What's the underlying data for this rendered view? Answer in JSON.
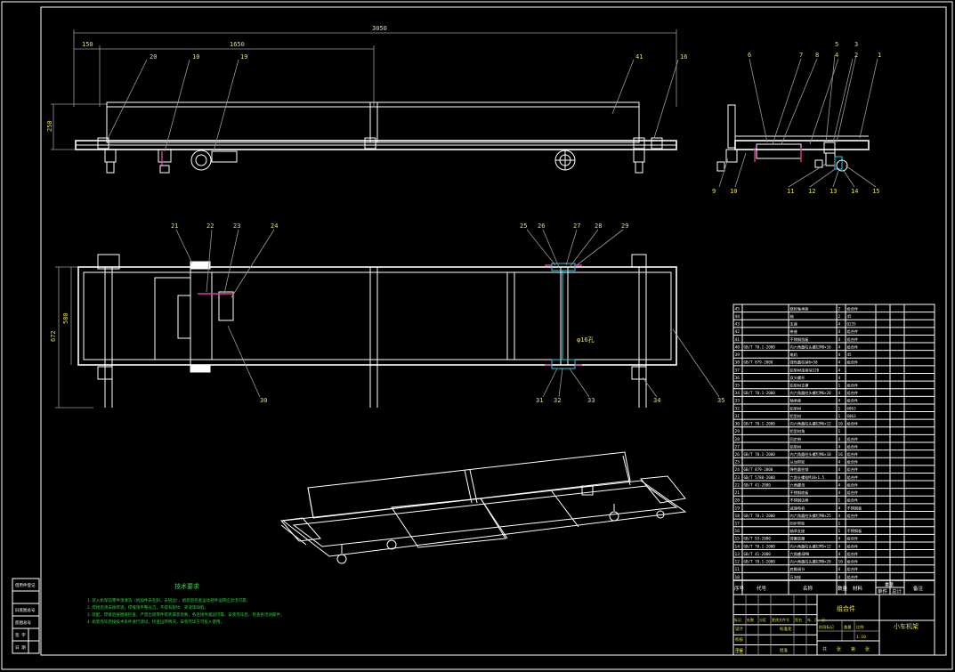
{
  "dimensions": {
    "overall_length": "3050",
    "dim_left": "150",
    "dim_mid": "1650",
    "height": "250",
    "width_outer": "672",
    "width_inner": "580",
    "hole": "φ16孔"
  },
  "balloons": {
    "front": [
      "20",
      "10",
      "19",
      "41",
      "16"
    ],
    "side_top": [
      "6",
      "7",
      "8",
      "5",
      "4",
      "3",
      "2",
      "1"
    ],
    "side_bottom": [
      "9",
      "10",
      "11",
      "12",
      "13",
      "14",
      "15"
    ],
    "plan_top": [
      "21",
      "22",
      "23",
      "24",
      "25",
      "26",
      "27",
      "28",
      "29"
    ],
    "plan_bottom": [
      "30",
      "31",
      "32",
      "33",
      "34",
      "35"
    ]
  },
  "notes": {
    "title": "技术要求",
    "lines": [
      "1.装入机架前零件须清洗（机加件去毛刺，去锐边），组装后检查运动部件运转应灵活可靠；",
      "2.焊接后须去除焊渣，焊缝须平整光洁，不得有裂纹、夹渣等缺陷；",
      "3.装配、焊接后按图纸检查，严禁出现零件错装漏装现象，各连接件紧固可靠，安装完毕后，检查各活动部件；",
      "4.组装完毕后按技术条件进行测试，检查运转情况，安装完毕方可投入使用。"
    ]
  },
  "left_block": {
    "rows": [
      "借用件登记",
      "",
      "旧底图总号",
      "底图总号",
      "签 字",
      "日 期"
    ]
  },
  "bom": {
    "headers": [
      "序号",
      "代号",
      "名称",
      "数量",
      "材料",
      "单件",
      "总计",
      "备注"
    ],
    "weight_header": "重量",
    "rows": [
      {
        "no": "45",
        "code": "",
        "name": "链轮轴承座",
        "qty": "2",
        "mat": "组合件"
      },
      {
        "no": "44",
        "code": "",
        "name": "轴",
        "qty": "2",
        "mat": "45"
      },
      {
        "no": "43",
        "code": "",
        "name": "支座",
        "qty": "4",
        "mat": "Q235"
      },
      {
        "no": "42",
        "code": "",
        "name": "带座",
        "qty": "4",
        "mat": "组合件"
      },
      {
        "no": "41",
        "code": "",
        "name": "不锈钢挡板",
        "qty": "4",
        "mat": "组合件"
      },
      {
        "no": "40",
        "code": "GB/T 70.1-2000",
        "name": "内六角圆柱头螺钉M8×16",
        "qty": "4",
        "mat": "组合件"
      },
      {
        "no": "39",
        "code": "",
        "name": "电机",
        "qty": "4",
        "mat": "45"
      },
      {
        "no": "38",
        "code": "GB/T 879-2000",
        "name": "弹性圆柱销6×50",
        "qty": "4",
        "mat": "组合件"
      },
      {
        "no": "37",
        "code": "",
        "name": "铝型材连接块120",
        "qty": "4",
        "mat": ""
      },
      {
        "no": "36",
        "code": "",
        "name": "双头螺杆",
        "qty": "4",
        "mat": ""
      },
      {
        "no": "35",
        "code": "",
        "name": "铝型材支撑",
        "qty": "1",
        "mat": "组合件"
      },
      {
        "no": "34",
        "code": "GB/T 70.1-2000",
        "name": "内六角圆柱头螺钉M6×20",
        "qty": "4",
        "mat": "组合件"
      },
      {
        "no": "33",
        "code": "",
        "name": "轴承座",
        "qty": "4",
        "mat": "组合件"
      },
      {
        "no": "32",
        "code": "",
        "name": "铝型材",
        "qty": "1",
        "mat": "6063"
      },
      {
        "no": "31",
        "code": "",
        "name": "铝型材",
        "qty": "1",
        "mat": "6063"
      },
      {
        "no": "30",
        "code": "GB/T 70.1-2000",
        "name": "内六角圆柱头螺钉M6×12",
        "qty": "16",
        "mat": "组合件"
      },
      {
        "no": "29",
        "code": "",
        "name": "铝型材角",
        "qty": "1",
        "mat": ""
      },
      {
        "no": "28",
        "code": "",
        "name": "同步带",
        "qty": "4",
        "mat": "组合件"
      },
      {
        "no": "27",
        "code": "",
        "name": "铝型材",
        "qty": "4",
        "mat": "组合件"
      },
      {
        "no": "26",
        "code": "GB/T 70.1-2000",
        "name": "内六角圆柱头螺钉M6×10",
        "qty": "16",
        "mat": "组合件"
      },
      {
        "no": "25",
        "code": "",
        "name": "从动带轮",
        "qty": "4",
        "mat": "组合件"
      },
      {
        "no": "24",
        "code": "GB/T 879-2000",
        "name": "弹性圆柱销",
        "qty": "4",
        "mat": "组合件"
      },
      {
        "no": "23",
        "code": "GB/T 5780-2000",
        "name": "六角头螺栓M10×1.5",
        "qty": "4",
        "mat": "组合件"
      },
      {
        "no": "22",
        "code": "GB/T 41-2000",
        "name": "六角螺母",
        "qty": "4",
        "mat": "组合件"
      },
      {
        "no": "21",
        "code": "",
        "name": "不锈钢底板",
        "qty": "4",
        "mat": "组合件"
      },
      {
        "no": "20",
        "code": "",
        "name": "不锈钢边框",
        "qty": "1",
        "mat": "组合件"
      },
      {
        "no": "19",
        "code": "",
        "name": "减速电机",
        "qty": "4",
        "mat": "不锈钢板"
      },
      {
        "no": "18",
        "code": "GB/T 70.1-2000",
        "name": "内六角圆柱头螺钉M8×25",
        "qty": "4",
        "mat": "组合件"
      },
      {
        "no": "17",
        "code": "",
        "name": "同步带轮",
        "qty": "1",
        "mat": ""
      },
      {
        "no": "16",
        "code": "",
        "name": "轴承支座",
        "qty": "1",
        "mat": "不锈钢板"
      },
      {
        "no": "15",
        "code": "GB/T 93-2000",
        "name": "弹簧垫圈",
        "qty": "4",
        "mat": "组合件"
      },
      {
        "no": "14",
        "code": "GB/T 70.1-2000",
        "name": "内六角圆柱头螺钉M5×12",
        "qty": "4",
        "mat": "组合件"
      },
      {
        "no": "13",
        "code": "GB/T 41-2000",
        "name": "六角螺母M8",
        "qty": "4",
        "mat": "组合件"
      },
      {
        "no": "12",
        "code": "GB/T 70.1-2000",
        "name": "内六角圆柱头螺钉M8×20",
        "qty": "16",
        "mat": "组合件"
      },
      {
        "no": "11",
        "code": "",
        "name": "底脚调节",
        "qty": "4",
        "mat": "组合件"
      },
      {
        "no": "10",
        "code": "",
        "name": "万向轮",
        "qty": "4",
        "mat": "组合件"
      }
    ]
  },
  "title_block": {
    "material": "组合件",
    "drawing_name": "小车机架",
    "labels": [
      "标记",
      "处数",
      "分区",
      "更改文件号",
      "签名",
      "年、月、日"
    ],
    "roles": [
      "设计",
      "校核",
      "审核",
      "工艺",
      "标准化",
      "批准"
    ],
    "stage": [
      "阶段标记",
      "重量",
      "比例"
    ],
    "scale": "1:10",
    "sheet": [
      "共",
      "张",
      "第",
      "张"
    ]
  }
}
